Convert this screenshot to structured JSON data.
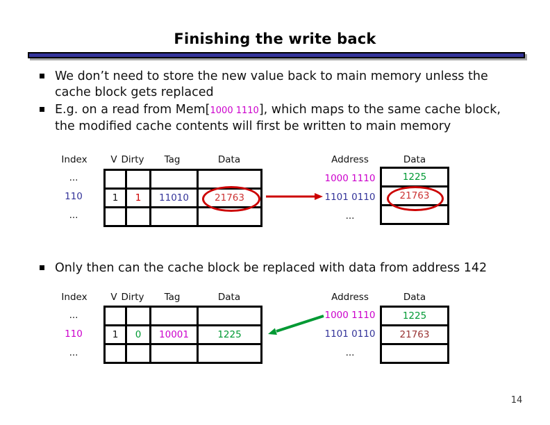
{
  "title": "Finishing the write back",
  "page_number": "14",
  "bullets": {
    "b1_line1": "We don’t need to store the new value back to main memory unless the",
    "b1_line2": "cache block gets replaced",
    "b2_pre": "E.g. on a read from Mem[",
    "b2_address": "1000 1110",
    "b2_post": "], which maps to the same cache block,",
    "b2_line2": "the modified cache contents will first be written to main memory",
    "b3": "Only then can the cache block be replaced with data from address 142"
  },
  "figure1": {
    "cache": {
      "index_label": "Index",
      "v_header": "V",
      "dirty_header": "Dirty",
      "tag_header": "Tag",
      "data_header": "Data",
      "row1_index": "...",
      "row2_index": "110",
      "row3_index": "...",
      "row2_v": "1",
      "row2_dirty": "1",
      "row2_tag": "11010",
      "row2_data": "21763"
    },
    "memory": {
      "address_header": "Address",
      "data_header": "Data",
      "row1_address": "1000 1110",
      "row2_address": "1101 0110",
      "row3_address": "...",
      "row1_data": "1225",
      "row2_data": "21763",
      "row3_data": ""
    }
  },
  "figure2": {
    "cache": {
      "index_label": "Index",
      "v_header": "V",
      "dirty_header": "Dirty",
      "tag_header": "Tag",
      "data_header": "Data",
      "row1_index": "...",
      "row2_index": "110",
      "row3_index": "...",
      "row2_v": "1",
      "row2_dirty": "0",
      "row2_tag": "10001",
      "row2_data": "1225"
    },
    "memory": {
      "address_header": "Address",
      "data_header": "Data",
      "row1_address": "1000 1110",
      "row2_address": "1101 0110",
      "row3_address": "...",
      "row1_data": "1225",
      "row2_data": "21763",
      "row3_data": ""
    }
  },
  "colors": {
    "magenta_address": "#cc00cc",
    "navy_address": "#333399",
    "red_highlight": "#cc0000",
    "red_value": "#cc3333",
    "dark_red_value": "#993333",
    "green_value": "#009933",
    "title_bar_blue": "#333399",
    "title_bar_shadow": "#a6a6a6"
  }
}
